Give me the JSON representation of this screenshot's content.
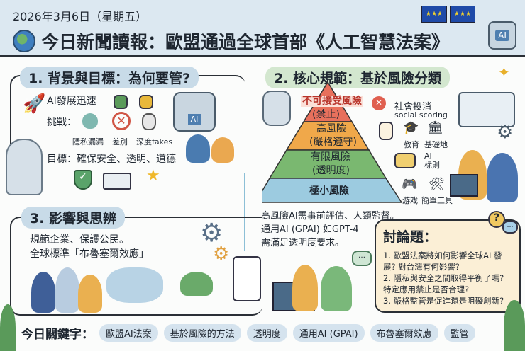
{
  "header": {
    "date": "2026年3月6日（星期五）",
    "title": "今日新聞讀報：歐盟通過全球首部《人工智慧法案》",
    "robot_badge": "AI",
    "flag_icon": "eu-flag-icon"
  },
  "section1": {
    "label": "1. 背景與目標：為何要管?",
    "fast": "AI發展迅速",
    "challenge": "挑戰：",
    "challenges": [
      "隱私漏漏",
      "差別",
      "深度fakes"
    ],
    "goal": "目標：確保安全、透明、道德",
    "robot_badge": "AI"
  },
  "section2": {
    "label": "2. 核心規範：基於風險分類",
    "tiers": [
      {
        "name": "不可接受風險",
        "sub": "(禁止)",
        "color": "#e8705c"
      },
      {
        "name": "高風險",
        "sub": "(嚴格遵守)",
        "color": "#f0a84a"
      },
      {
        "name": "有限風險",
        "sub": "(透明度)",
        "color": "#7ab870"
      },
      {
        "name": "極小風險",
        "sub": "",
        "color": "#9ccbe0"
      }
    ],
    "unacceptable_example": "社會投消",
    "unacceptable_example_en": "social scoring",
    "high_examples": [
      "教育",
      "基礎地"
    ],
    "limited_example": "AI\n标則",
    "minimal_examples": [
      "游戏",
      "簡單工具"
    ]
  },
  "middle": {
    "lines": [
      "高風險AI需事前評估、人類監督。",
      "通用AI (GPAI) 如GPT-4",
      "需滿足透明度要求。"
    ]
  },
  "section3": {
    "label": "3. 影響與思辨",
    "line1": "規範企業、保護公民。",
    "line2": "全球標準「布魯塞爾效應」"
  },
  "discussion": {
    "title": "討論題：",
    "items": [
      "1. 歐盟法案將如何影響全球AI 發展? 對台灣有何影響?",
      "2. 隱私與安全之間取得平衡了嗎? 特定應用禁止是否合理?",
      "3. 嚴格監管是促進還是阻礙創新?"
    ]
  },
  "keywords": {
    "label": "今日關鍵字：",
    "items": [
      "歐盟AI法案",
      "基於風險的方法",
      "透明度",
      "通用AI (GPAI)",
      "布魯塞爾效應",
      "監管"
    ]
  }
}
